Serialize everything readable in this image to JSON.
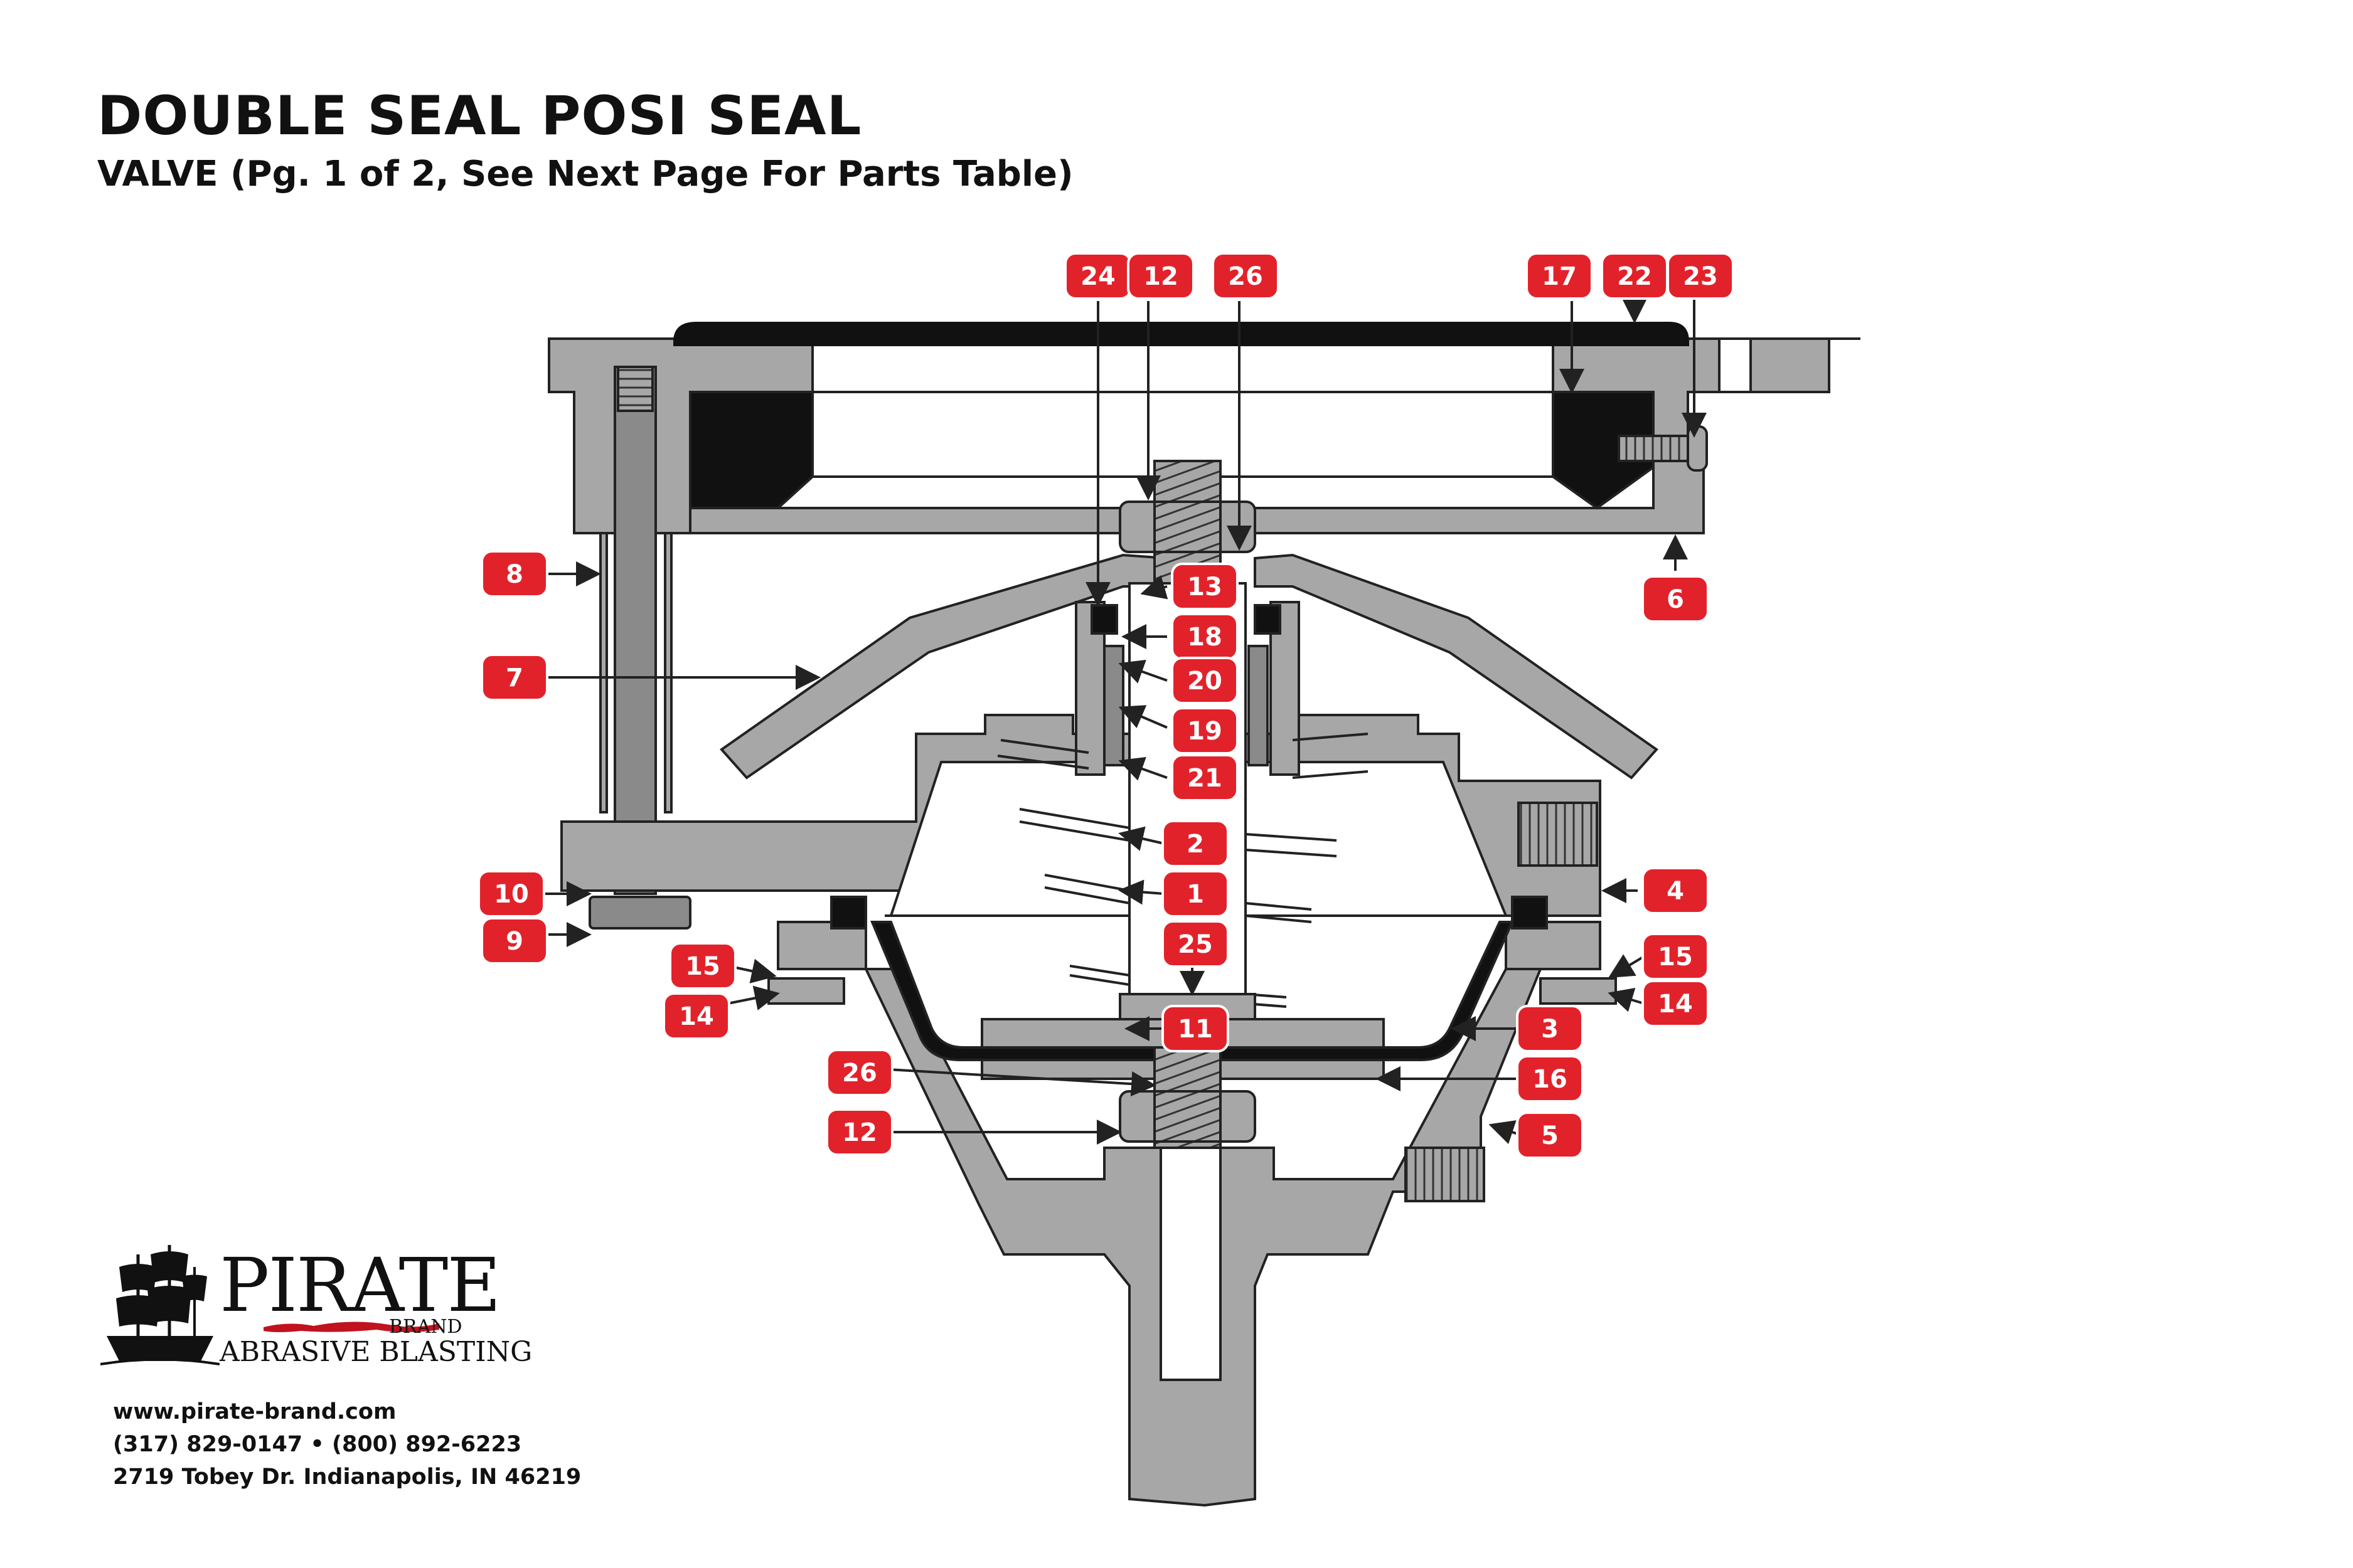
{
  "header": {
    "title": "DOUBLE SEAL POSI SEAL",
    "subtitle": "VALVE (Pg. 1 of 2, See Next Page For Parts Table)"
  },
  "colors": {
    "body_gray": "#a7a7a7",
    "dark_gray": "#7d7d7d",
    "outline": "#222222",
    "seal_black": "#111111",
    "callout_red": "#e2222b"
  },
  "callouts": [
    {
      "id": "c24a",
      "label": "24"
    },
    {
      "id": "c12a",
      "label": "12"
    },
    {
      "id": "c26a",
      "label": "26"
    },
    {
      "id": "c17",
      "label": "17"
    },
    {
      "id": "c22",
      "label": "22"
    },
    {
      "id": "c23",
      "label": "23"
    },
    {
      "id": "c8",
      "label": "8"
    },
    {
      "id": "c6",
      "label": "6"
    },
    {
      "id": "c13",
      "label": "13"
    },
    {
      "id": "c18",
      "label": "18"
    },
    {
      "id": "c7",
      "label": "7"
    },
    {
      "id": "c20",
      "label": "20"
    },
    {
      "id": "c19",
      "label": "19"
    },
    {
      "id": "c21",
      "label": "21"
    },
    {
      "id": "c2",
      "label": "2"
    },
    {
      "id": "c1",
      "label": "1"
    },
    {
      "id": "c4",
      "label": "4"
    },
    {
      "id": "c10",
      "label": "10"
    },
    {
      "id": "c9",
      "label": "9"
    },
    {
      "id": "c25",
      "label": "25"
    },
    {
      "id": "c15a",
      "label": "15"
    },
    {
      "id": "c15b",
      "label": "15"
    },
    {
      "id": "c14a",
      "label": "14"
    },
    {
      "id": "c14b",
      "label": "14"
    },
    {
      "id": "c11",
      "label": "11"
    },
    {
      "id": "c3",
      "label": "3"
    },
    {
      "id": "c26b",
      "label": "26"
    },
    {
      "id": "c16",
      "label": "16"
    },
    {
      "id": "c12b",
      "label": "12"
    },
    {
      "id": "c5",
      "label": "5"
    }
  ],
  "brand": {
    "name": "PIRATE",
    "tag": "BRAND",
    "sub": "ABRASIVE BLASTING",
    "icon": "pirate-ship-logo"
  },
  "contact": {
    "website": "www.pirate-brand.com",
    "phone": "(317) 829-0147 • (800) 892-6223",
    "address": "2719 Tobey Dr. Indianapolis, IN 46219"
  }
}
